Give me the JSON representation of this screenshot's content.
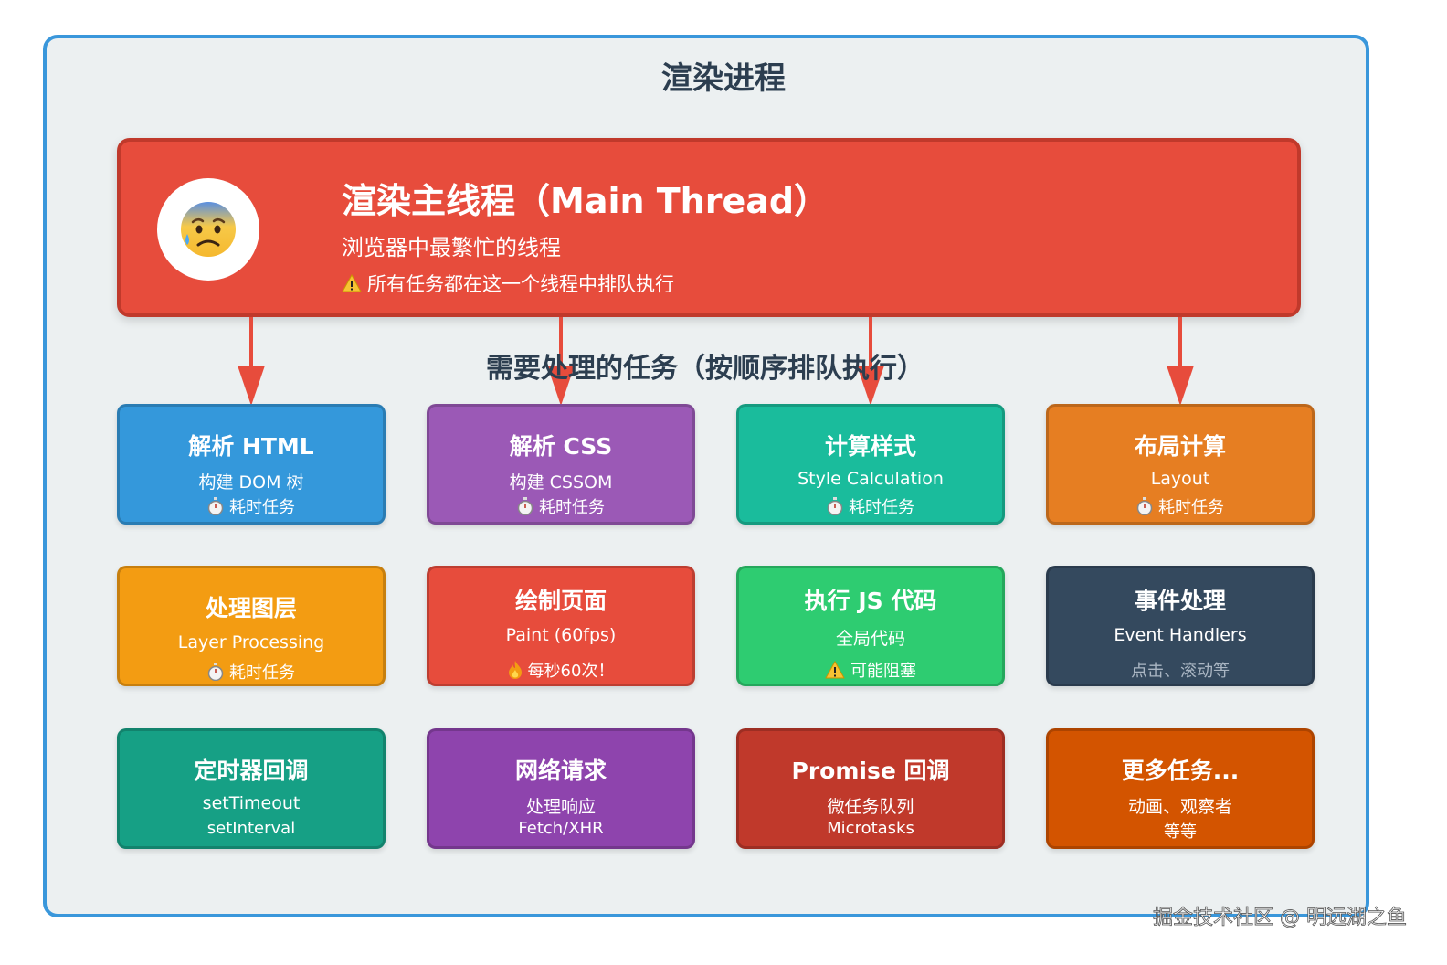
{
  "title": "渲染进程",
  "main_thread": {
    "title": "渲染主线程（Main Thread）",
    "subtitle": "浏览器中最繁忙的线程",
    "warning": "所有任务都在这一个线程中排队执行",
    "avatar_icon": "anxious-face-icon"
  },
  "section_title": "需要处理的任务（按顺序排队执行）",
  "tasks": [
    {
      "title": "解析 HTML",
      "line1": "构建 DOM 树",
      "line2": "耗时任务",
      "icon": "stopwatch-icon",
      "color": "#3498db"
    },
    {
      "title": "解析 CSS",
      "line1": "构建 CSSOM",
      "line2": "耗时任务",
      "icon": "stopwatch-icon",
      "color": "#9b59b6"
    },
    {
      "title": "计算样式",
      "line1": "Style Calculation",
      "line2": "耗时任务",
      "icon": "stopwatch-icon",
      "color": "#1abc9c"
    },
    {
      "title": "布局计算",
      "line1": "Layout",
      "line2": "耗时任务",
      "icon": "stopwatch-icon",
      "color": "#e67e22"
    },
    {
      "title": "处理图层",
      "line1": "Layer Processing",
      "line2": "耗时任务",
      "icon": "stopwatch-icon",
      "color": "#f39c12"
    },
    {
      "title": "绘制页面",
      "line1": "Paint (60fps)",
      "line2": "每秒60次！",
      "icon": "fire-icon",
      "color": "#e74c3c"
    },
    {
      "title": "执行 JS 代码",
      "line1": "全局代码",
      "line2": "可能阻塞",
      "icon": "warning-icon",
      "color": "#2ecc71"
    },
    {
      "title": "事件处理",
      "line1": "Event Handlers",
      "line2": "点击、滚动等",
      "icon": "",
      "color": "#34495e"
    },
    {
      "title": "定时器回调",
      "line1": "setTimeout",
      "line2": "setInterval",
      "icon": "",
      "color": "#16a085"
    },
    {
      "title": "网络请求",
      "line1": "处理响应",
      "line2": "Fetch/XHR",
      "icon": "",
      "color": "#8e44ad"
    },
    {
      "title": "Promise 回调",
      "line1": "微任务队列",
      "line2": "Microtasks",
      "icon": "",
      "color": "#c0392b"
    },
    {
      "title": "更多任务...",
      "line1": "动画、观察者",
      "line2": "等等",
      "icon": "",
      "color": "#d35400"
    }
  ],
  "colors": {
    "frame_border": "#3a97db",
    "background": "#ecf0f1",
    "main_thread": "#e74c3c",
    "arrow": "#e74c3c",
    "heading": "#2c3e50"
  },
  "watermark": "掘金技术社区 @ 明远湖之鱼"
}
